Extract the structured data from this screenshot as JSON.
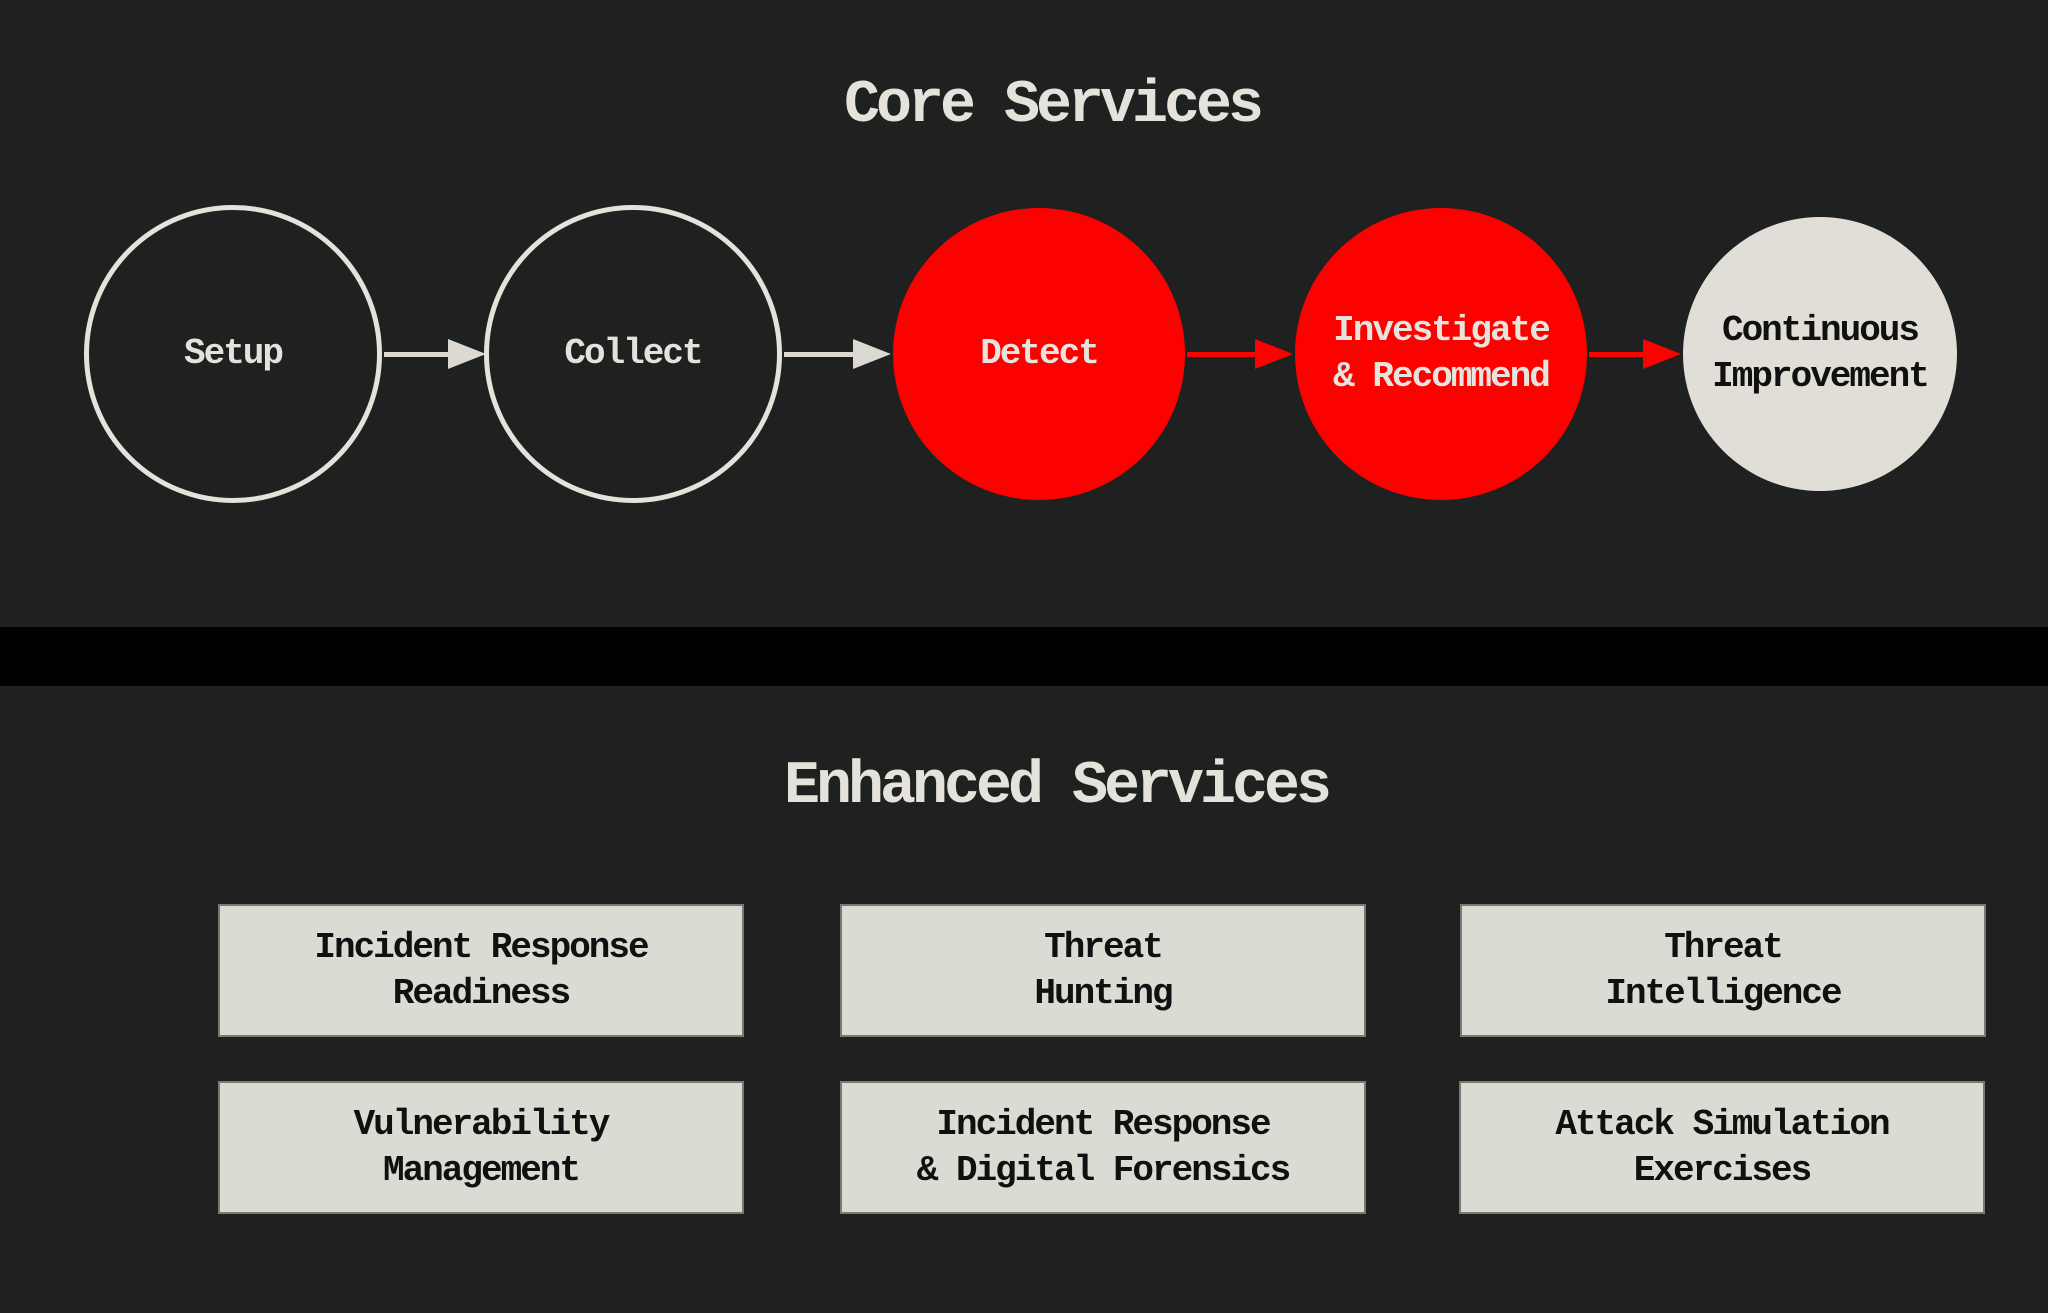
{
  "colors": {
    "background": "#1f2120",
    "divider_bar": "#010101",
    "offwhite": "#e4e2da",
    "accent_red": "#fb0100",
    "light_node_fill": "#e0ded6",
    "box_fill": "#dcdbd3",
    "box_border": "#7b7a72",
    "dark_text": "#101010"
  },
  "core_section": {
    "title": "Core Services",
    "steps": [
      {
        "label": "Setup",
        "style": "outline"
      },
      {
        "label": "Collect",
        "style": "outline"
      },
      {
        "label": "Detect",
        "style": "red"
      },
      {
        "label": "Investigate\n& Recommend",
        "style": "red"
      },
      {
        "label": "Continuous\nImprovement",
        "style": "light"
      }
    ]
  },
  "enhanced_section": {
    "title": "Enhanced Services",
    "boxes": [
      {
        "label": "Incident Response\nReadiness"
      },
      {
        "label": "Threat\nHunting"
      },
      {
        "label": "Threat\nIntelligence"
      },
      {
        "label": "Vulnerability\nManagement"
      },
      {
        "label": "Incident Response\n& Digital Forensics"
      },
      {
        "label": "Attack Simulation\nExercises"
      }
    ]
  }
}
